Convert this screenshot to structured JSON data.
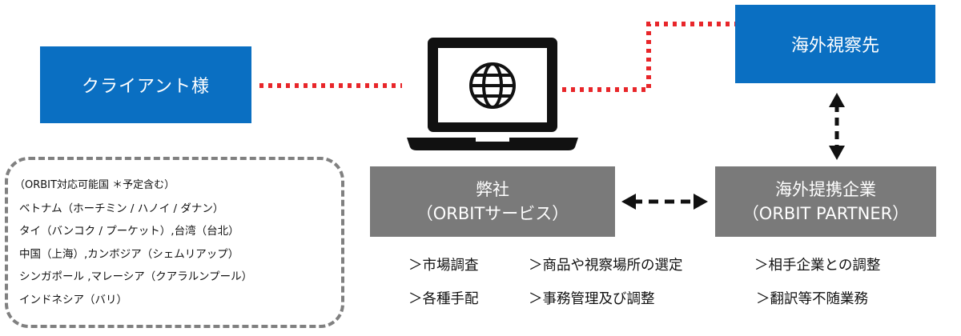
{
  "nodes": {
    "client": "クライアント様",
    "destination": "海外視察先",
    "company_line1": "弊社",
    "company_line2": "（ORBITサービス）",
    "partner_line1": "海外提携企業",
    "partner_line2": "（ORBIT PARTNER）"
  },
  "icons": {
    "laptop": "laptop-globe-icon",
    "globe": "globe-icon"
  },
  "colors": {
    "blue_box": "#0a6fc2",
    "grey_box": "#7a7a7a",
    "dotted_line": "#e8262a",
    "arrow": "#111111",
    "dashed_border": "#808080"
  },
  "countries": {
    "header": "（ORBIT対応可能国 ＊予定含む）",
    "rows": [
      "ベトナム（ホーチミン / ハノイ / ダナン）",
      "タイ（バンコク / プーケット）,台湾（台北）",
      "中国（上海）,カンボジア（シェムリアップ）",
      "シンガポール ,マレーシア（クアラルンプール）",
      "インドネシア（バリ）"
    ]
  },
  "services": [
    "＞市場調査",
    "＞商品や視察場所の選定",
    "＞相手企業との調整",
    "＞各種手配",
    "＞事務管理及び調整",
    "＞翻訳等不随業務"
  ]
}
